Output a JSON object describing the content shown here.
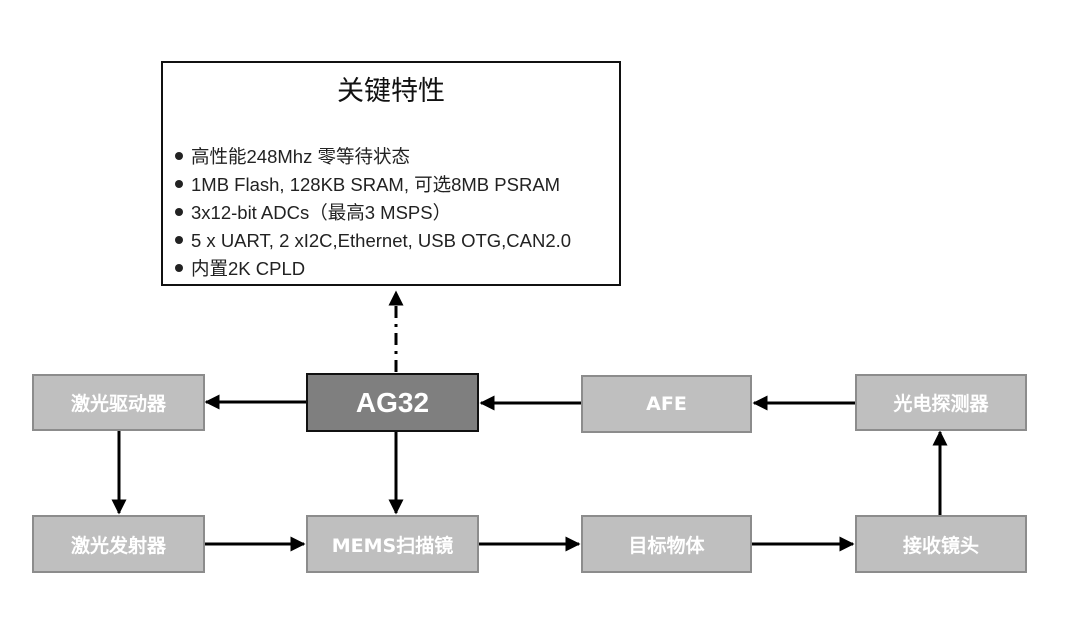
{
  "features": {
    "title": "关键特性",
    "items": [
      "高性能248Mhz 零等待状态",
      "1MB Flash, 128KB SRAM, 可选8MB PSRAM",
      "3x12-bit ADCs（最高3 MSPS）",
      "5 x UART, 2 xI2C,Ethernet, USB OTG,CAN2.0",
      "内置2K CPLD"
    ]
  },
  "blocks": {
    "mcu": "AG32",
    "laser_driver": "激光驱动器",
    "laser_emitter": "激光发射器",
    "mems_mirror": "MEMS扫描镜",
    "target_object": "目标物体",
    "receiving_lens": "接收镜头",
    "photodetector": "光电探测器",
    "afe": "AFE"
  },
  "colors": {
    "block_fill": "#bfbfbf",
    "block_border": "#8c8c8c",
    "mcu_fill": "#7f7f7f",
    "mcu_border": "#111111",
    "arrow": "#000000"
  }
}
